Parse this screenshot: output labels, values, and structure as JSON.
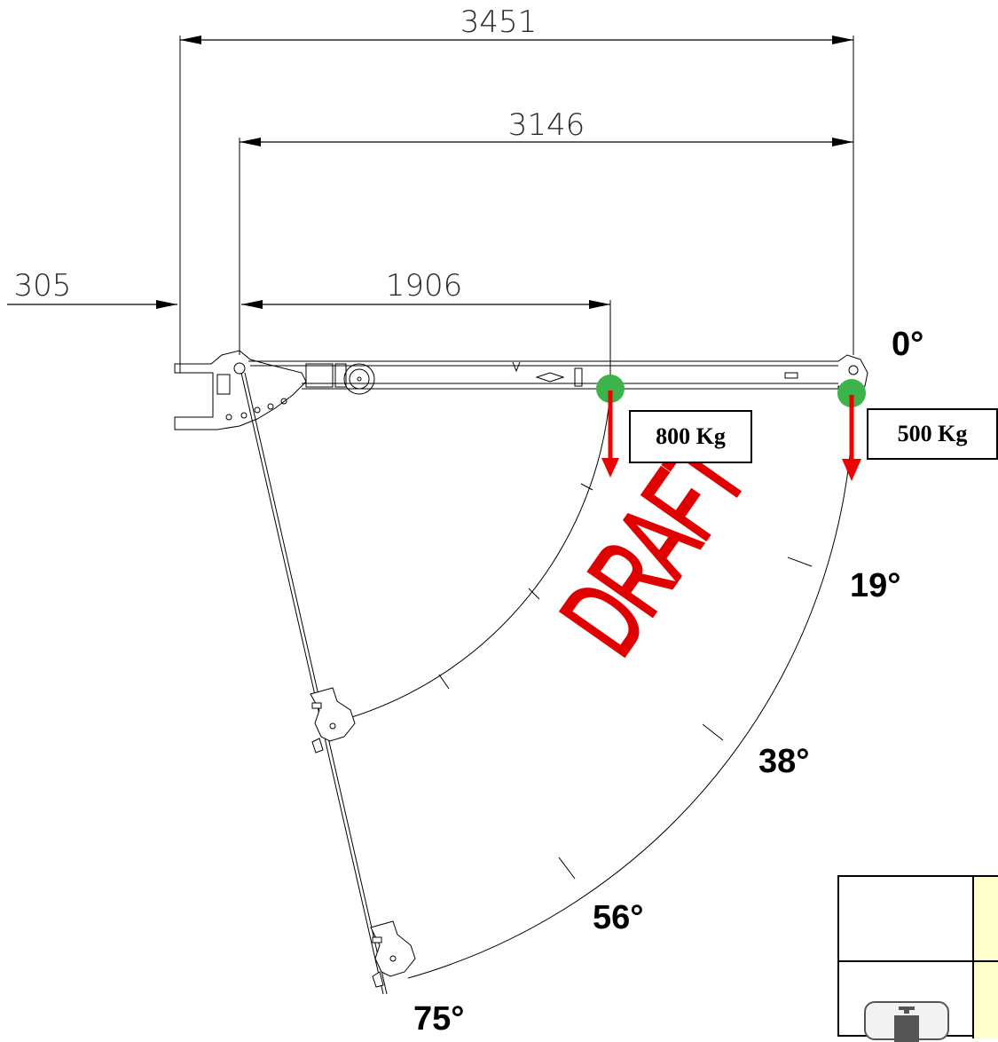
{
  "dimensions": {
    "top": "3451",
    "second": "3146",
    "left_offset": "305",
    "inner": "1906"
  },
  "loads": {
    "inner": "800 Kg",
    "outer": "500 Kg"
  },
  "angles": [
    "0°",
    "19°",
    "38°",
    "56°",
    "75°"
  ],
  "watermark": "DRAFT",
  "colors": {
    "load_arrow": "#ee0000",
    "load_point": "#3cb44b",
    "watermark": "#e00000",
    "panel_yellow": "#ffffcc"
  },
  "icons": {
    "weight": "weight-icon"
  }
}
